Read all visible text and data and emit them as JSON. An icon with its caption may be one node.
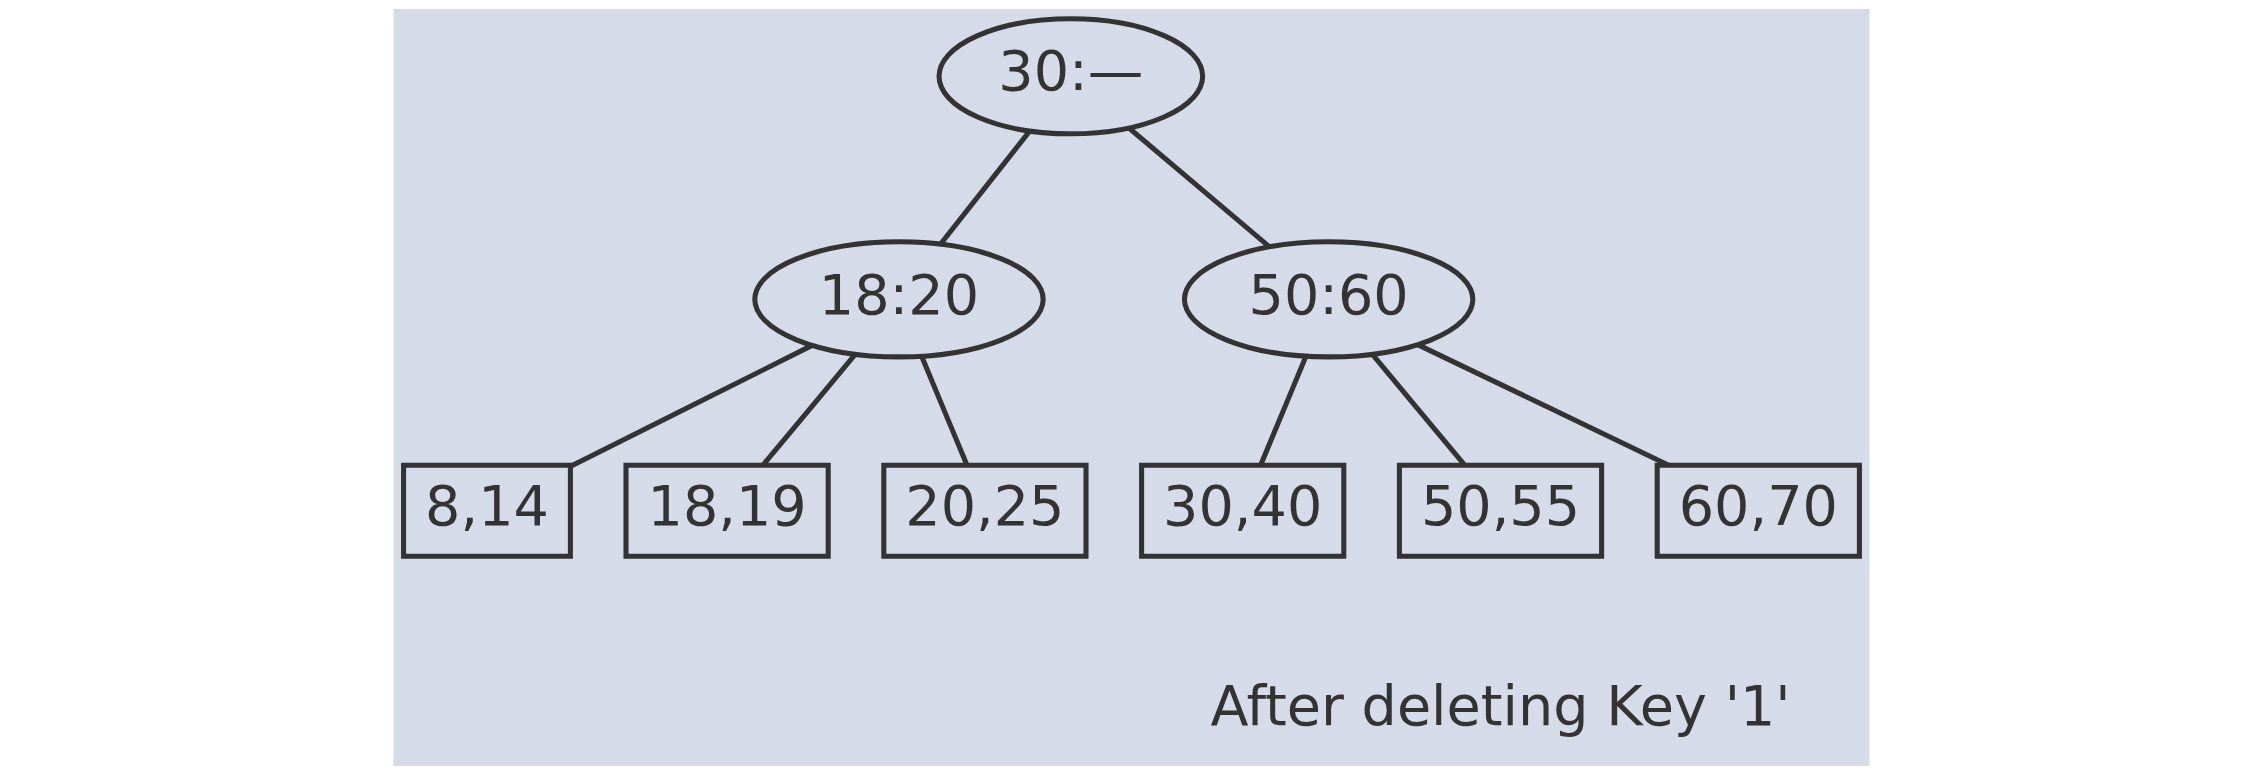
{
  "diagram": {
    "nodes": [
      {
        "text": [
          "30:—"
        ]
      },
      {
        "text": [
          "18:20"
        ]
      },
      {
        "text": [
          "50:60"
        ]
      },
      {
        "text": [
          "8,14"
        ]
      },
      {
        "text": [
          "18,19"
        ]
      },
      {
        "text": [
          "20,25"
        ]
      },
      {
        "text": [
          "30,40"
        ]
      },
      {
        "text": [
          "50,55"
        ]
      },
      {
        "text": [
          "60,70"
        ]
      }
    ],
    "edges": [
      {
        "from": 0,
        "to": 1,
        "arrow": "none"
      },
      {
        "from": 0,
        "to": 2,
        "arrow": "none"
      },
      {
        "from": 1,
        "to": 3,
        "arrow": "none"
      },
      {
        "from": 1,
        "to": 4,
        "arrow": "none"
      },
      {
        "from": 1,
        "to": 5,
        "arrow": "none"
      },
      {
        "from": 2,
        "to": 6,
        "arrow": "none"
      },
      {
        "from": 2,
        "to": 7,
        "arrow": "none"
      },
      {
        "from": 2,
        "to": 8,
        "arrow": "none"
      }
    ],
    "labels": [
      "After deleting Key '1'"
    ]
  }
}
